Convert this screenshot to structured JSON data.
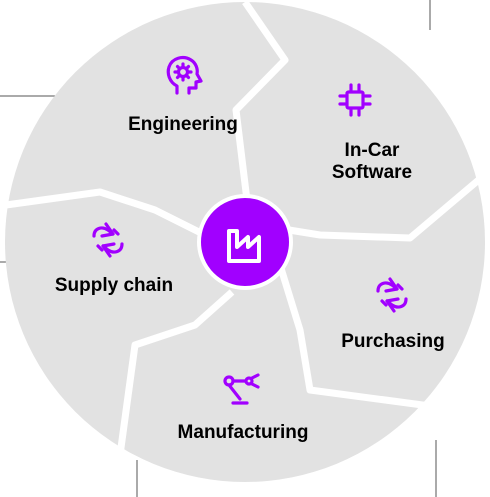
{
  "segments": [
    {
      "id": "engineering",
      "label": "Engineering",
      "icon": "head-with-gear-icon"
    },
    {
      "id": "in-car-software",
      "label_line1": "In-Car",
      "label_line2": "Software",
      "icon": "chip-icon"
    },
    {
      "id": "purchasing",
      "label": "Purchasing",
      "icon": "circular-arrows-icon"
    },
    {
      "id": "manufacturing",
      "label": "Manufacturing",
      "icon": "robotic-arm-icon"
    },
    {
      "id": "supply-chain",
      "label": "Supply chain",
      "icon": "circular-arrows-icon"
    }
  ],
  "hub": {
    "icon": "factory-icon"
  },
  "colors": {
    "segment_fill": "#e2e2e2",
    "divider": "#ffffff",
    "accent": "#a100ff",
    "connector_line": "#555555"
  }
}
